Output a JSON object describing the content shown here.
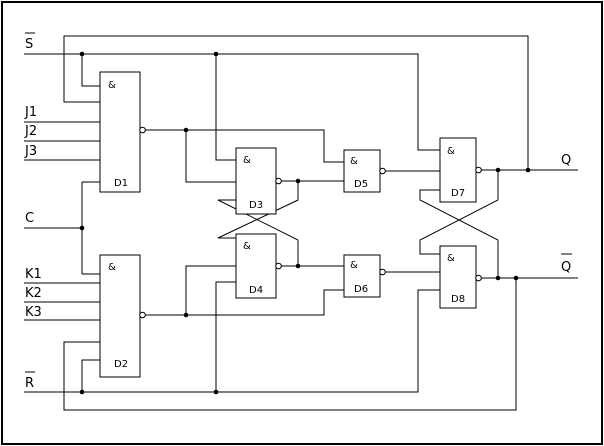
{
  "diagram": {
    "inputs": {
      "s": "S",
      "j1": "J1",
      "j2": "J2",
      "j3": "J3",
      "c": "C",
      "k1": "K1",
      "k2": "K2",
      "k3": "K3",
      "r": "R"
    },
    "outputs": {
      "q": "Q",
      "qbar": "Q"
    },
    "gates": [
      {
        "id": "d1",
        "name": "D1",
        "op": "&"
      },
      {
        "id": "d2",
        "name": "D2",
        "op": "&"
      },
      {
        "id": "d3",
        "name": "D3",
        "op": "&"
      },
      {
        "id": "d4",
        "name": "D4",
        "op": "&"
      },
      {
        "id": "d5",
        "name": "D5",
        "op": "&"
      },
      {
        "id": "d6",
        "name": "D6",
        "op": "&"
      },
      {
        "id": "d7",
        "name": "D7",
        "op": "&"
      },
      {
        "id": "d8",
        "name": "D8",
        "op": "&"
      }
    ]
  }
}
